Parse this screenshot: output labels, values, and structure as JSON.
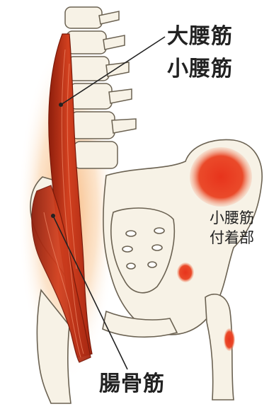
{
  "labels": {
    "psoas_major": "大腰筋",
    "psoas_minor": "小腰筋",
    "psoas_minor_insertion_line1": "小腰筋",
    "psoas_minor_insertion_line2": "付着部",
    "iliacus": "腸骨筋"
  },
  "colors": {
    "muscle": "#c8321a",
    "muscle_dark": "#9a2410",
    "highlight": "#e8341c",
    "bone": "#f7f2e6",
    "bone_outline": "#6b6252",
    "glow": "#f5a35a"
  }
}
